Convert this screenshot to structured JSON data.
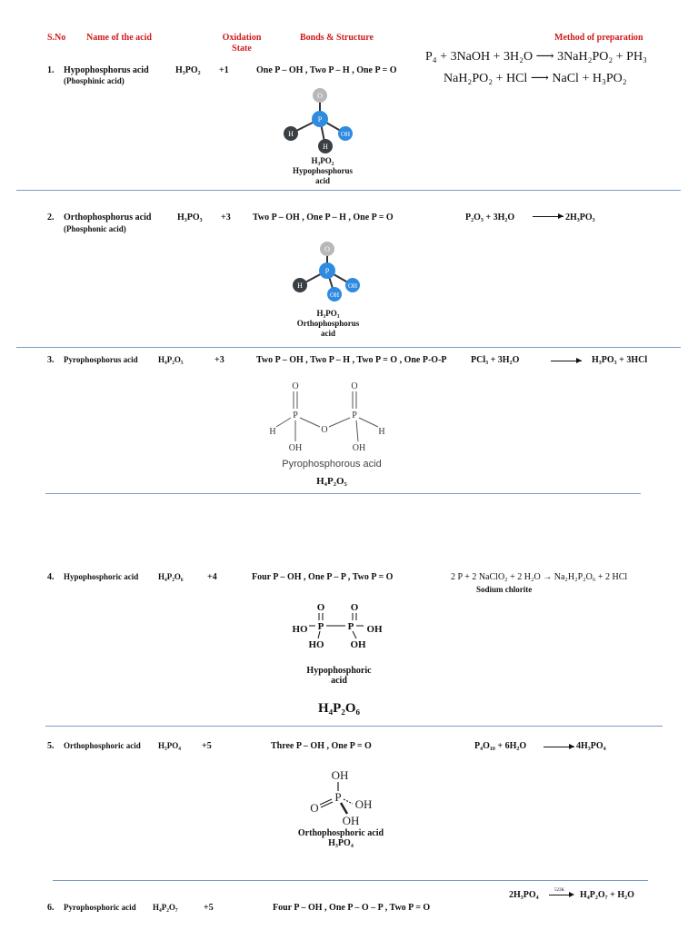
{
  "headers": {
    "sno": "S.No",
    "name": "Name of the acid",
    "oxidation_1": "Oxidation",
    "oxidation_2": "State",
    "bonds": "Bonds & Structure",
    "method": "Method of preparation"
  },
  "r1": {
    "num": "1.",
    "name": "Hypophosphorus acid",
    "alt": "(Phosphinic acid)",
    "formula": "H₃PO₂",
    "ox": "+1",
    "bonds": "One P – OH , Two P – H ,  One P = O",
    "eq1": "P₄ + 3NaOH + 3H₂O ⟶ 3NaH₂PO₂ + PH₃",
    "eq2": "NaH₂PO₂ + HCl ⟶ NaCl + H₃PO₂",
    "cap1": "H₃PO₂",
    "cap2": "Hypophosphorus",
    "cap3": "acid",
    "atoms": {
      "o": "O",
      "p": "P",
      "h": "H",
      "oh": "OH"
    }
  },
  "r2": {
    "num": "2.",
    "name": "Orthophosphorus acid",
    "alt": "(Phosphonic acid)",
    "formula": "H₃PO₃",
    "ox": "+3",
    "bonds": "Two P – OH , One P – H ,  One P = O",
    "eq_left": "P₂O₃ + 3H₂O",
    "eq_right": "2H₃PO₃",
    "cap1": "H₃PO₃",
    "cap2": "Orthophosphorus",
    "cap3": "acid",
    "atoms": {
      "o": "O",
      "p": "P",
      "h": "H",
      "oh": "OH"
    }
  },
  "r3": {
    "num": "3.",
    "name": "Pyrophosphorus acid",
    "formula": "H₄P₂O₅",
    "ox": "+3",
    "bonds": "Two P – OH , Two P – H ,  Two P = O , One P-O-P",
    "eq_left": "PCl₃ + 3H₂O",
    "eq_right": "H₃PO₃ + 3HCl",
    "cap1": "Pyrophosphorous acid",
    "cap2": "H₄P₂O₅",
    "atoms": {
      "o": "O",
      "p": "P",
      "h": "H",
      "oh": "OH"
    }
  },
  "r4": {
    "num": "4.",
    "name": "Hypophosphoric acid",
    "formula": "H₄P₂O₆",
    "ox": "+4",
    "bonds": "Four P – OH , One P – P ,  Two P = O",
    "eq": "2 P + 2 NaClO₂ + 2 H₂O → Na₂H₂P₂O₆ + 2 HCl",
    "note": "Sodium chlorite",
    "cap1": "Hypophosphoric",
    "cap2": "acid",
    "cap3": "H₄P₂O₆",
    "atoms": {
      "o": "O",
      "p": "P",
      "ho": "HO",
      "oh": "OH"
    }
  },
  "r5": {
    "num": "5.",
    "name": "Orthophosphoric acid",
    "formula": "H₃PO₄",
    "ox": "+5",
    "bonds": "Three P – OH , One P = O",
    "eq_left": "P₄O₁₀ + 6H₂O",
    "eq_right": "4H₃PO₄",
    "cap1": "Orthophosphoric acid",
    "cap2": "H₃PO₄",
    "atoms": {
      "o": "O",
      "p": "P",
      "oh": "OH"
    }
  },
  "r6": {
    "num": "6.",
    "name": "Pyrophosphoric acid",
    "formula": "H₄P₂O₇",
    "ox": "+5",
    "bonds": "Four P – OH , One P – O – P ,  Two P = O",
    "eq_left": "2H₃PO₄",
    "eq_cond": "523K",
    "eq_right": "H₄P₂O₇  + H₂O"
  }
}
